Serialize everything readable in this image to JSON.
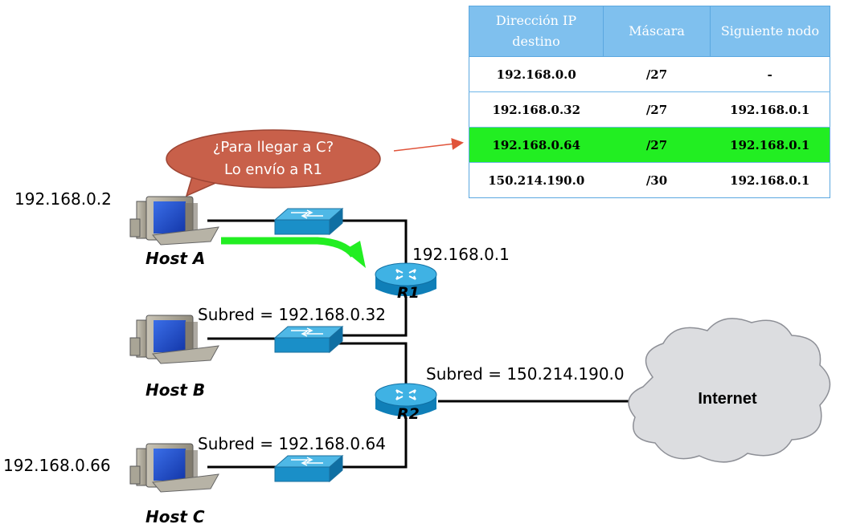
{
  "bubble": {
    "line1": "¿Para llegar a C?",
    "line2": "Lo envío a R1",
    "color": "#c8604a"
  },
  "routing_table": {
    "headers": [
      "Dirección IP destino",
      "Máscara",
      "Siguiente nodo"
    ],
    "rows": [
      {
        "dest": "192.168.0.0",
        "mask": "/27",
        "next": "-"
      },
      {
        "dest": "192.168.0.32",
        "mask": "/27",
        "next": "192.168.0.1"
      },
      {
        "dest": "192.168.0.64",
        "mask": "/27",
        "next": "192.168.0.1",
        "highlight": true
      },
      {
        "dest": "150.214.190.0",
        "mask": "/30",
        "next": "192.168.0.1"
      }
    ],
    "header_color": "#7fc0ee",
    "highlight_color": "#22ee22"
  },
  "hosts": {
    "a": {
      "name": "Host A",
      "ip": "192.168.0.2"
    },
    "b": {
      "name": "Host B"
    },
    "c": {
      "name": "Host C",
      "ip": "192.168.0.66"
    }
  },
  "routers": {
    "r1": {
      "name": "R1",
      "ip": "192.168.0.1"
    },
    "r2": {
      "name": "R2"
    }
  },
  "subnets": {
    "b": "Subred = 192.168.0.32",
    "c": "Subred = 192.168.0.64",
    "wan": "Subred = 150.214.190.0"
  },
  "internet": {
    "label": "Internet"
  },
  "colors": {
    "router": "#1aa0d8",
    "switch": "#1aa0d8",
    "path_arrow": "#22ee22",
    "pointer_arrow": "#e0533a",
    "cloud": "#dcdde0"
  }
}
